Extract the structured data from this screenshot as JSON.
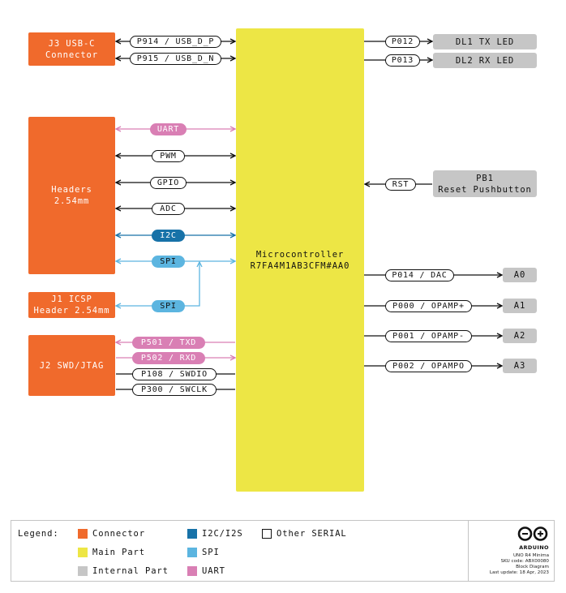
{
  "blocks": {
    "j3": {
      "line1": "J3 USB-C",
      "line2": "Connector"
    },
    "headers": {
      "line1": "Headers",
      "line2": "2.54mm"
    },
    "j1": {
      "line1": "J1 ICSP",
      "line2": "Header 2.54mm"
    },
    "j2": {
      "line1": "J2 SWD/JTAG"
    },
    "mcu": {
      "line1": "Microcontroller",
      "line2": "R7FA4M1AB3CFM#AA0"
    },
    "dl1": {
      "label": "DL1 TX LED"
    },
    "dl2": {
      "label": "DL2 RX LED"
    },
    "pb1": {
      "line1": "PB1",
      "line2": "Reset Pushbutton"
    },
    "a0": {
      "label": "A0"
    },
    "a1": {
      "label": "A1"
    },
    "a2": {
      "label": "A2"
    },
    "a3": {
      "label": "A3"
    }
  },
  "signals": {
    "usb_dp": "P914 / USB_D_P",
    "usb_dn": "P915 / USB_D_N",
    "uart": "UART",
    "pwm": "PWM",
    "gpio": "GPIO",
    "adc": "ADC",
    "i2c": "I2C",
    "spi_headers": "SPI",
    "spi_icsp": "SPI",
    "txd": "P501 / TXD",
    "rxd": "P502 / RXD",
    "swdio": "P108 / SWDIO",
    "swclk": "P300 / SWCLK",
    "p012": "P012",
    "p013": "P013",
    "rst": "RST",
    "dac": "P014 / DAC",
    "opamp_p": "P000 / OPAMP+",
    "opamp_m": "P001 / OPAMP-",
    "opamp_o": "P002 / OPAMPO"
  },
  "legend": {
    "title": "Legend:",
    "connector": "Connector",
    "main_part": "Main Part",
    "internal_part": "Internal Part",
    "i2c_i2s": "I2C/I2S",
    "spi": "SPI",
    "uart": "UART",
    "other_serial": "Other SERIAL"
  },
  "info": {
    "brand": "ARDUINO",
    "product": "UNO R4 Minima",
    "sku": "SKU code: ABX00080",
    "doc": "Block Diagram",
    "update": "Last update: 18 Apr, 2023"
  },
  "colors": {
    "connector": "#f06a2c",
    "main_part": "#ede645",
    "internal_part": "#c6c6c6",
    "i2c": "#1772a8",
    "spi": "#5cb5e0",
    "uart": "#d97fb4",
    "other_serial": "#111111",
    "logo": "#008184"
  }
}
